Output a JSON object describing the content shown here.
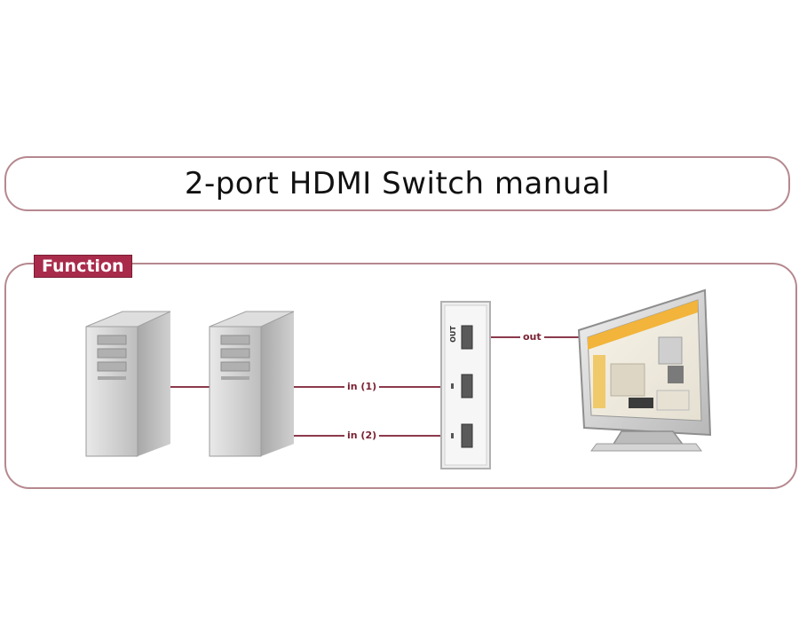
{
  "title": "2-port HDMI Switch manual",
  "section_label": "Function",
  "connections": {
    "in1": "in (1)",
    "in2": "in (2)",
    "out": "out"
  },
  "switch_port_label": "OUT",
  "colors": {
    "frame": "#b5888f",
    "accent": "#a92b4b",
    "cable": "#8b3a4c"
  }
}
